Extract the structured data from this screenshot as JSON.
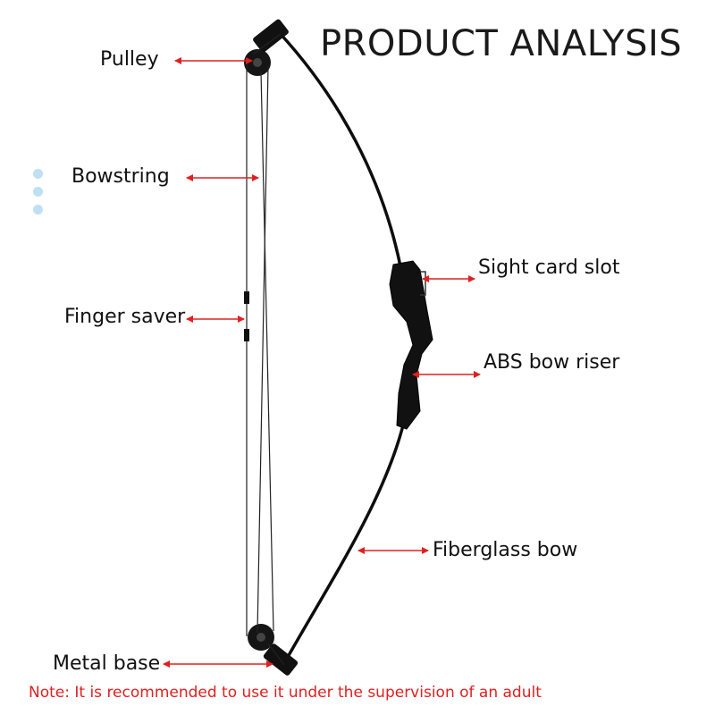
{
  "title": "PRODUCT ANALYSIS",
  "labels": {
    "pulley": "Pulley",
    "bowstring": "Bowstring",
    "finger_saver": "Finger saver",
    "sight_card_slot": "Sight card slot",
    "abs_bow_riser": "ABS bow riser",
    "fiberglass_bow": "Fiberglass bow",
    "metal_base": "Metal base"
  },
  "note": "Note: It is recommended to use it under the supervision of an adult",
  "colors": {
    "arrow": "#e02020",
    "bow": "#0d0d0d",
    "note": "#e02020",
    "dots": "#bfe0f2"
  }
}
